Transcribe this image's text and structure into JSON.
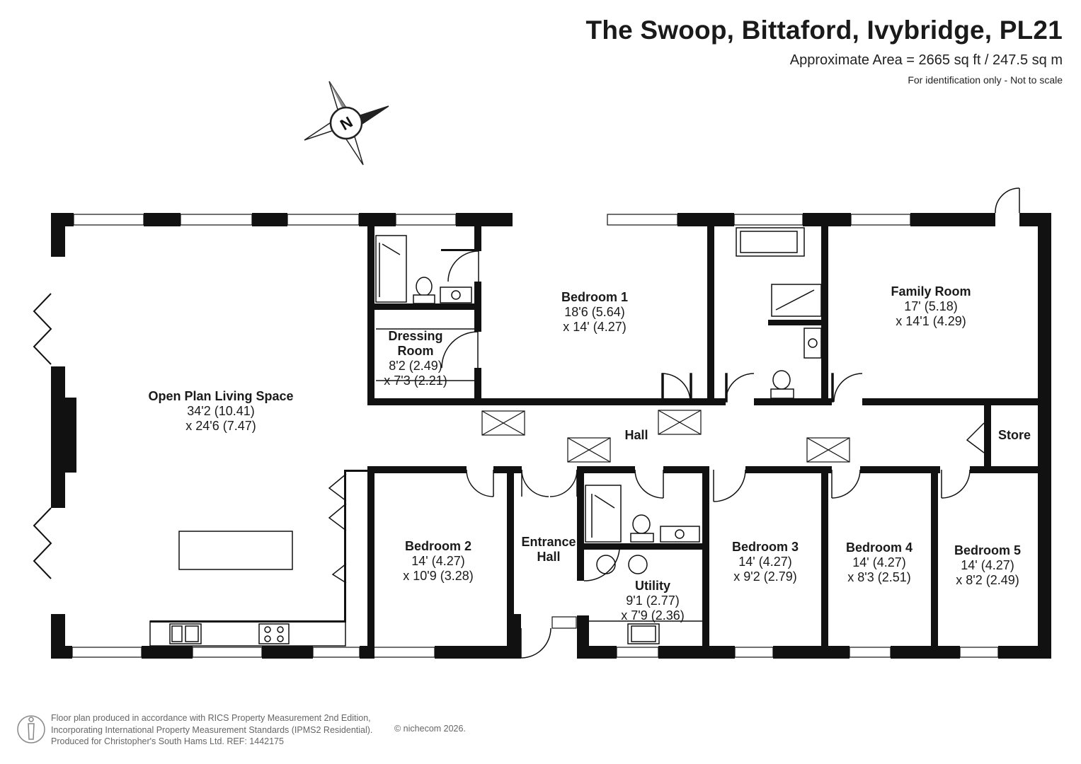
{
  "header": {
    "title": "The Swoop, Bittaford, Ivybridge, PL21",
    "area": "Approximate Area = 2665 sq ft / 247.5 sq m",
    "note": "For identification only - Not to scale"
  },
  "compass": {
    "letter": "N",
    "icon": "compass-icon"
  },
  "rooms": {
    "living": {
      "name": "Open Plan Living Space",
      "dim1": "34'2 (10.41)",
      "dim2": "x 24'6 (7.47)"
    },
    "dressing": {
      "name1": "Dressing",
      "name2": "Room",
      "dim1": "8'2 (2.49)",
      "dim2": "x 7'3 (2.21)"
    },
    "bedroom1": {
      "name": "Bedroom 1",
      "dim1": "18'6 (5.64)",
      "dim2": "x 14' (4.27)"
    },
    "family": {
      "name": "Family Room",
      "dim1": "17' (5.18)",
      "dim2": "x 14'1 (4.29)"
    },
    "hall": {
      "name": "Hall"
    },
    "store": {
      "name": "Store"
    },
    "bedroom2": {
      "name": "Bedroom 2",
      "dim1": "14' (4.27)",
      "dim2": "x 10'9 (3.28)"
    },
    "entrance": {
      "name1": "Entrance",
      "name2": "Hall"
    },
    "utility": {
      "name": "Utility",
      "dim1": "9'1 (2.77)",
      "dim2": "x 7'9 (2.36)"
    },
    "bedroom3": {
      "name": "Bedroom 3",
      "dim1": "14' (4.27)",
      "dim2": "x 9'2 (2.79)"
    },
    "bedroom4": {
      "name": "Bedroom 4",
      "dim1": "14' (4.27)",
      "dim2": "x 8'3 (2.51)"
    },
    "bedroom5": {
      "name": "Bedroom 5",
      "dim1": "14' (4.27)",
      "dim2": "x 8'2 (2.49)"
    }
  },
  "footer": {
    "line1": "Floor plan produced in accordance with RICS Property Measurement 2nd Edition,",
    "line2": "Incorporating International Property Measurement Standards (IPMS2 Residential).",
    "line3": "Produced for Christopher's South Hams Ltd.   REF: 1442175",
    "copyright": "© nichecom 2026."
  }
}
